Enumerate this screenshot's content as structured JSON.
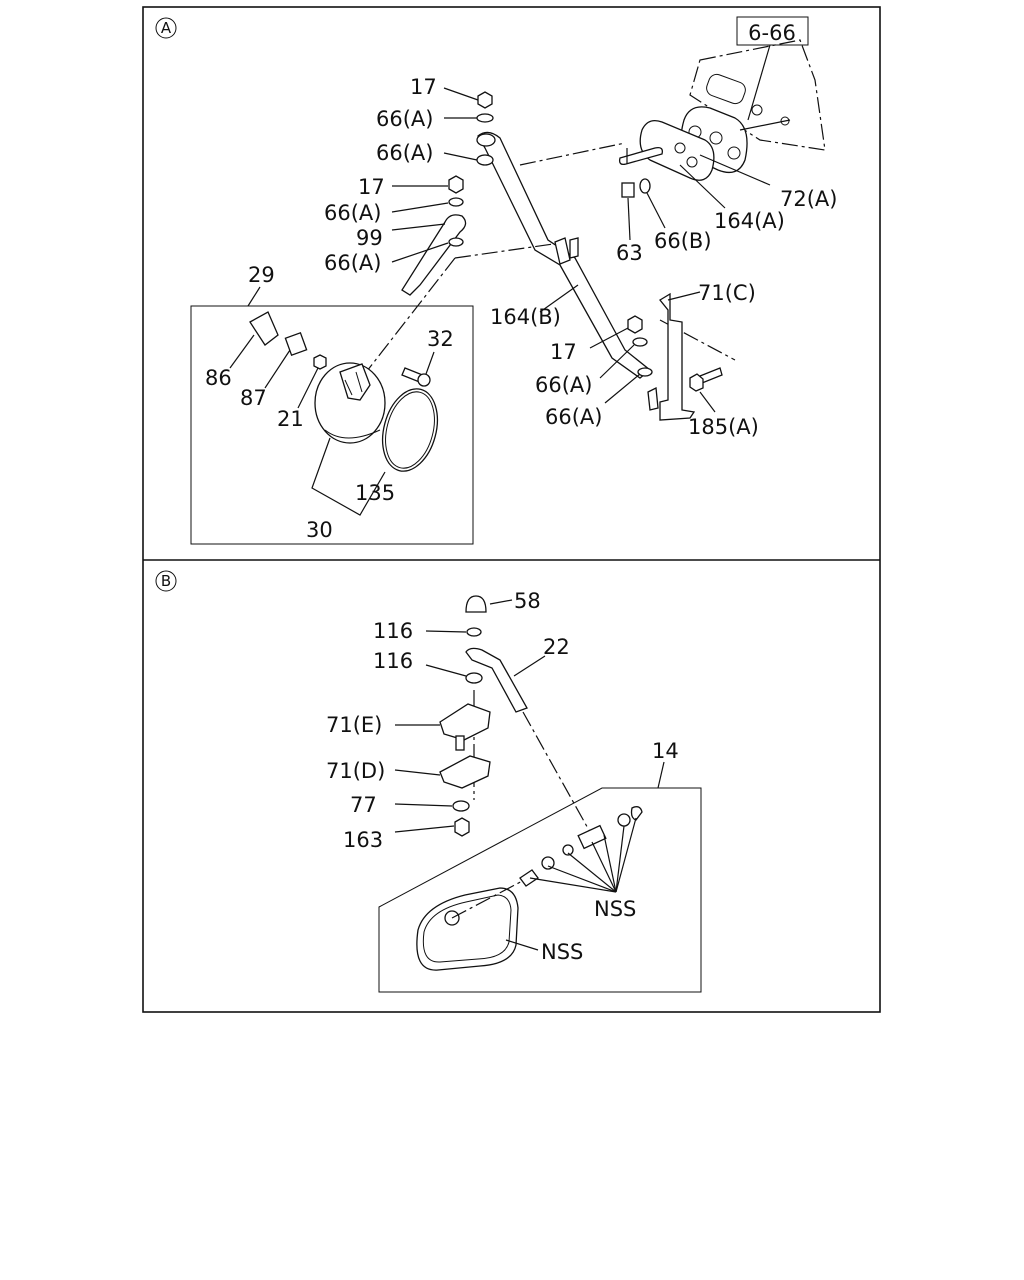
{
  "section_a": {
    "marker": "A",
    "ref_box": "6-66",
    "labels": {
      "p17_top": "17",
      "p66a_1": "66(A)",
      "p66a_2": "66(A)",
      "p17_mid": "17",
      "p66a_3": "66(A)",
      "p99": "99",
      "p66a_4": "66(A)",
      "p29": "29",
      "p32": "32",
      "p86": "86",
      "p87": "87",
      "p21": "21",
      "p135": "135",
      "p30": "30",
      "p72a": "72(A)",
      "p164a": "164(A)",
      "p63": "63",
      "p66b": "66(B)",
      "p71c": "71(C)",
      "p164b": "164(B)",
      "p17_low": "17",
      "p66a_5": "66(A)",
      "p66a_6": "66(A)",
      "p185a": "185(A)"
    }
  },
  "section_b": {
    "marker": "B",
    "labels": {
      "p58": "58",
      "p116_1": "116",
      "p116_2": "116",
      "p22": "22",
      "p71e": "71(E)",
      "p71d": "71(D)",
      "p77": "77",
      "p163": "163",
      "p14": "14",
      "nss_1": "NSS",
      "nss_2": "NSS"
    }
  }
}
